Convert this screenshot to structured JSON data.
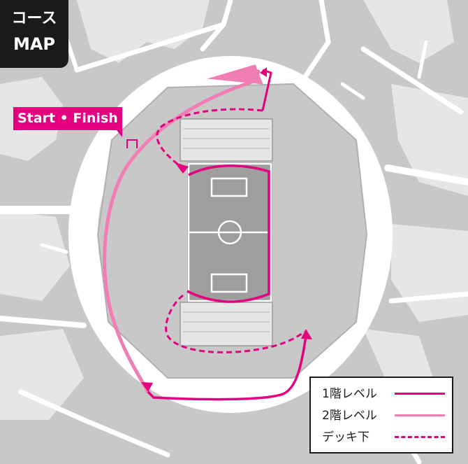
{
  "title": {
    "line1": "コース",
    "line2": "MAP"
  },
  "start_label": "Start • Finish",
  "legend": [
    {
      "label": "1階レベル",
      "style": "solid",
      "color": "#e4007f"
    },
    {
      "label": "2階レベル",
      "style": "solid",
      "color": "#f07eb4"
    },
    {
      "label": "デッキ下",
      "style": "dashed",
      "color": "#e4007f"
    }
  ],
  "colors": {
    "background": "#ffffff",
    "map_land": "#c8c8c8",
    "map_light": "#e6e6e6",
    "roads": "#ffffff",
    "route_primary": "#e4007f",
    "route_secondary": "#f07eb4",
    "title_bg": "#1a1a1a"
  }
}
